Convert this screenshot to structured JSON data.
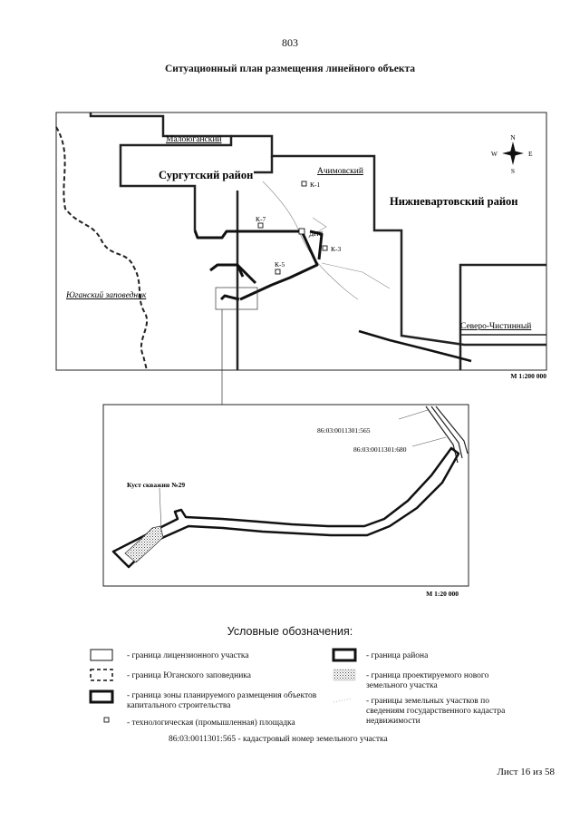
{
  "page": {
    "number": "803",
    "title": "Ситуационный план размещения линейного объекта",
    "footer": "Лист 16 из 58"
  },
  "overview_map": {
    "districts": {
      "surgut": "Сургутский район",
      "nizhnevartovsk": "Нижневартовский район"
    },
    "areas": {
      "maloyugansky": "Малоюганский",
      "achimovsky": "Ачимовский",
      "severo_chistinny": "Северо-Чистинный",
      "yugansky_reserve": "Юганский заповедник"
    },
    "sites": [
      "К-1",
      "К-7",
      "ДНС",
      "К-3",
      "К-5"
    ],
    "compass": {
      "n": "N",
      "s": "S",
      "w": "W",
      "e": "E"
    },
    "scale": "М 1:200 000"
  },
  "inset_map": {
    "parcel_1": "86:03:0011301:565",
    "parcel_2": "86:03:0011301:680",
    "well_pad": "Куст скважин №29",
    "scale": "М 1:20 000"
  },
  "legend": {
    "title": "Условные обозначения:",
    "items": {
      "license_boundary": "- граница лицензионного участка",
      "district_boundary": "- граница района",
      "reserve_boundary": "- граница Юганского заповедника",
      "new_plot_boundary": "- граница проектируемого нового земельного участка",
      "zone_boundary": "- граница зоны планируемого размещения объектов капитального строительства",
      "cadastral_boundaries": "- границы земельных участков по сведениям государственного кадастра недвижимости",
      "tech_site": "- технологическая (промышленная) площадка",
      "cadastral_number_example": "86:03:0011301:565",
      "cadastral_number_text": "- кадастровый номер земельного участка"
    }
  }
}
